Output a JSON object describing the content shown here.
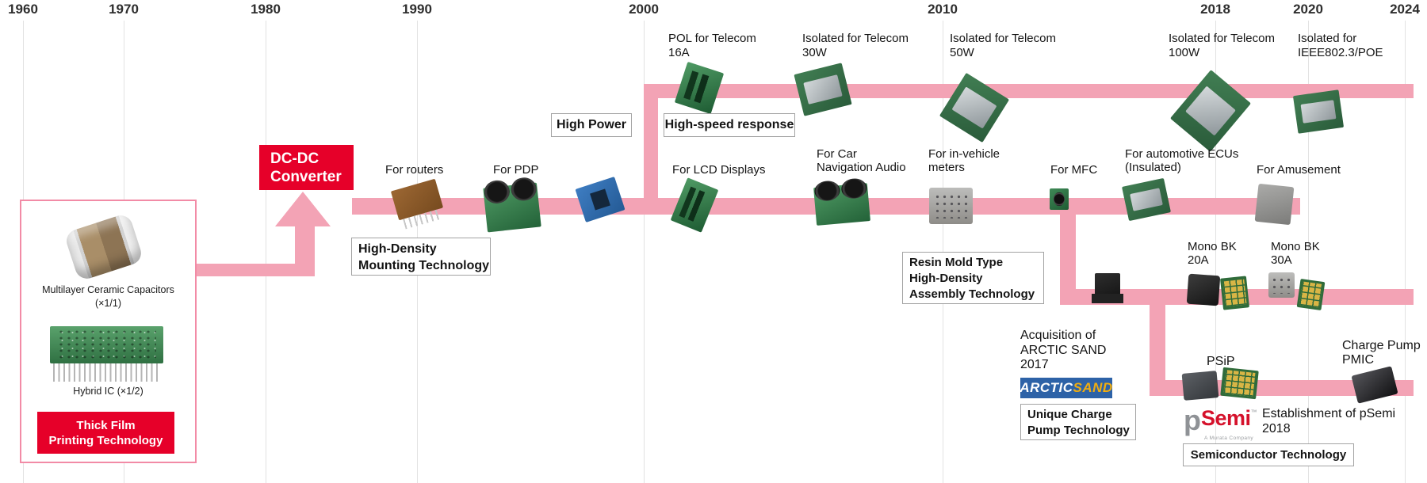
{
  "years": [
    "1960",
    "1970",
    "1980",
    "1990",
    "2000",
    "2010",
    "2018",
    "2020",
    "2024"
  ],
  "origin_box": {
    "capacitor_label": "Multilayer Ceramic Capacitors",
    "capacitor_scale": "(×1/1)",
    "hybrid_label": "Hybrid IC (×1/2)",
    "tech_line1": "Thick Film",
    "tech_line2": "Printing Technology"
  },
  "dcdc_box": {
    "line1": "DC-DC",
    "line2": "Converter"
  },
  "tech_boxes": {
    "high_density_line1": "High-Density",
    "high_density_line2": "Mounting Technology",
    "high_power": "High Power",
    "high_speed": "High-speed response",
    "resin_line1": "Resin Mold Type",
    "resin_line2": "High-Density",
    "resin_line3": "Assembly Technology",
    "unique_line1": "Unique Charge",
    "unique_line2": "Pump Technology",
    "semiconductor": "Semiconductor Technology"
  },
  "upper_events": [
    {
      "line1": "POL for Telecom",
      "line2": "16A"
    },
    {
      "line1": "Isolated for Telecom",
      "line2": "30W"
    },
    {
      "line1": "Isolated for Telecom",
      "line2": "50W"
    },
    {
      "line1": "Isolated for Telecom",
      "line2": "100W"
    },
    {
      "line1": "Isolated for",
      "line2": "IEEE802.3/POE"
    }
  ],
  "middle_events": [
    {
      "label": "For routers"
    },
    {
      "label": "For PDP"
    },
    {
      "label": "For LCD Displays"
    },
    {
      "line1": "For Car",
      "line2": "Navigation Audio"
    },
    {
      "line1": "For in-vehicle",
      "line2": "meters"
    },
    {
      "label": "For MFC"
    },
    {
      "line1": "For automotive ECUs",
      "line2": "(Insulated)"
    },
    {
      "label": "For Amusement"
    }
  ],
  "lower_events": [
    {
      "line1": "Mono BK",
      "line2": "20A"
    },
    {
      "line1": "Mono BK",
      "line2": "30A"
    }
  ],
  "acquisition": {
    "line1": "Acquisition of",
    "line2": "ARCTIC SAND",
    "line3": "2017"
  },
  "arctic_logo": {
    "arctic": "ARCTIC",
    "sand": "SAND"
  },
  "psip_label": "PSiP",
  "psemi_logo": {
    "p": "p",
    "semi": "Semi",
    "tm": "™",
    "tagline": "A Murata Company"
  },
  "establishment": {
    "line1": "Establishment of pSemi",
    "line2": "2018"
  },
  "charge_pump": {
    "line1": "Charge Pump",
    "line2": "PMIC"
  },
  "components": [
    "mlcc-capacitor",
    "hybrid-ic",
    "router-module",
    "pdp-module",
    "small-dcdc-module",
    "lcd-display-module",
    "car-navigation-module",
    "in-vehicle-meter-module",
    "mfc-module",
    "automotive-ecu-module",
    "amusement-module",
    "pol-telecom-16a-module",
    "isolated-telecom-30w-module",
    "isolated-telecom-50w-module",
    "isolated-telecom-100w-module",
    "isolated-ieee802-3-poe-module",
    "resin-mold-module",
    "mono-bk-20a-chip",
    "mono-bk-20a-inductor",
    "mono-bk-30a-chip",
    "mono-bk-30a-inductor",
    "psip-chip",
    "psip-bga-chip",
    "charge-pump-pmic-chip"
  ],
  "colors": {
    "brand_red": "#e60029",
    "timeline_pink": "#f3a3b5",
    "arctic_blue": "#2d62a7",
    "arctic_yellow": "#f0ad10",
    "psemi_red": "#d5112b"
  }
}
